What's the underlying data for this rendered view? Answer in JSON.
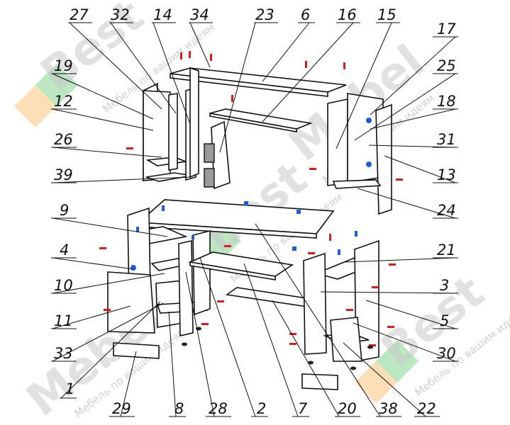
{
  "watermark": {
    "brand_lines": [
      "Best",
      "Mebel"
    ],
    "slogan": "Мебель по вашим идеям",
    "colors": {
      "orange": "#f6a431",
      "green": "#3dbb4c",
      "text": "#c9c9c9"
    }
  },
  "colors": {
    "outline": "#111111",
    "dowel": "#d91c1c",
    "fitting": "#1f5fd1",
    "panel": "#ffffff"
  },
  "part_numbers": {
    "p1": "1",
    "p2": "2",
    "p3": "3",
    "p4": "4",
    "p5": "5",
    "p6": "6",
    "p7": "7",
    "p8": "8",
    "p9": "9",
    "p10": "10",
    "p11": "11",
    "p12": "12",
    "p13": "13",
    "p14": "14",
    "p15": "15",
    "p16": "16",
    "p17": "17",
    "p18": "18",
    "p19": "19",
    "p20": "20",
    "p21": "21",
    "p22": "22",
    "p23": "23",
    "p24": "24",
    "p25": "25",
    "p26": "26",
    "p27": "27",
    "p28": "28",
    "p29": "29",
    "p30": "30",
    "p31": "31",
    "p32": "32",
    "p33": "33",
    "p34": "34",
    "p38": "38",
    "p39": "39"
  }
}
